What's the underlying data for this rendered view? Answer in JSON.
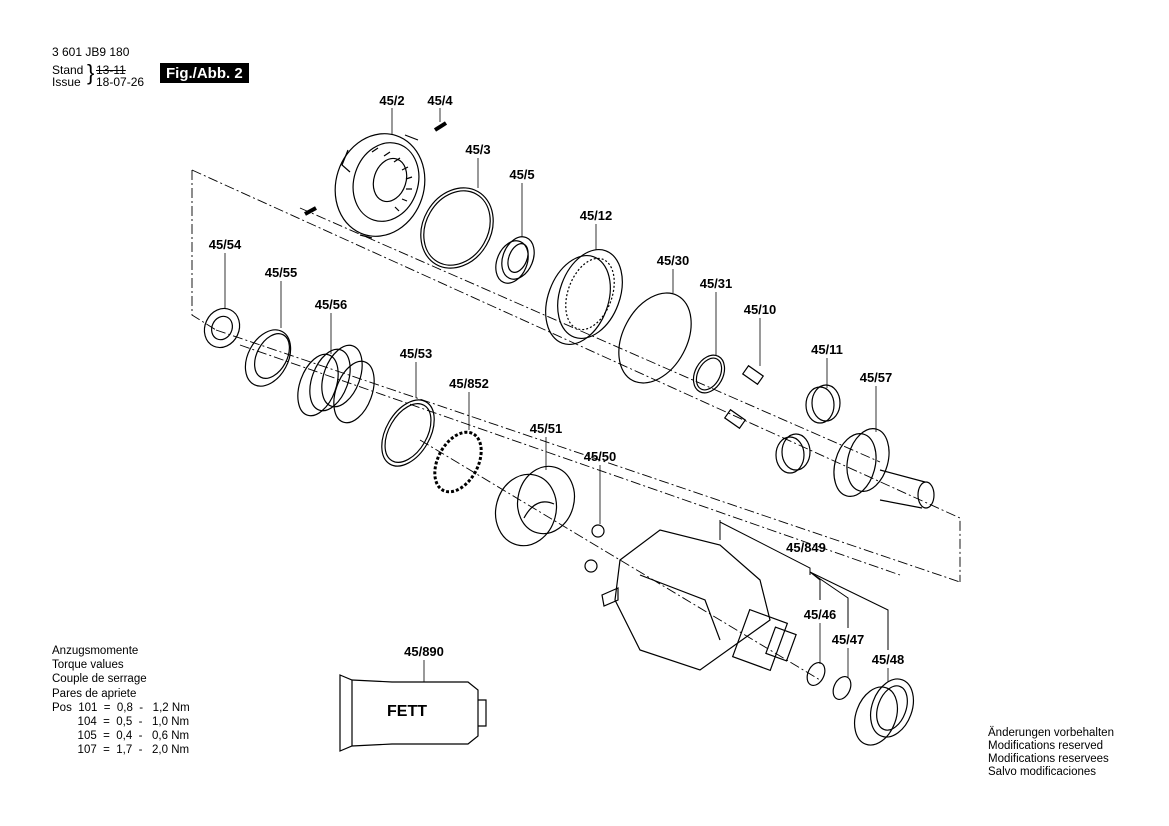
{
  "header": {
    "doc_number": "3 601 JB9 180",
    "stand_label": "Stand",
    "issue_label": "Issue",
    "stand_value": "13-11",
    "issue_value": "18-07-26",
    "figure": "Fig./Abb. 2"
  },
  "parts": [
    {
      "id": "45/2"
    },
    {
      "id": "45/4"
    },
    {
      "id": "45/3"
    },
    {
      "id": "45/5"
    },
    {
      "id": "45/12"
    },
    {
      "id": "45/54"
    },
    {
      "id": "45/55"
    },
    {
      "id": "45/56"
    },
    {
      "id": "45/30"
    },
    {
      "id": "45/31"
    },
    {
      "id": "45/10"
    },
    {
      "id": "45/53"
    },
    {
      "id": "45/852"
    },
    {
      "id": "45/11"
    },
    {
      "id": "45/57"
    },
    {
      "id": "45/51"
    },
    {
      "id": "45/50"
    },
    {
      "id": "45/849"
    },
    {
      "id": "45/46"
    },
    {
      "id": "45/47"
    },
    {
      "id": "45/48"
    },
    {
      "id": "45/890"
    }
  ],
  "grease_label": "FETT",
  "torque": {
    "titles": [
      "Anzugsmomente",
      "Torque values",
      "Couple de serrage",
      "Pares de apriete"
    ],
    "rows": [
      "Pos  101  =  0,8  -   1,2 Nm",
      "        104  =  0,5  -   1,0 Nm",
      "        105  =  0,4  -   0,6 Nm",
      "        107  =  1,7  -   2,0 Nm"
    ]
  },
  "notes": [
    "Änderungen vorbehalten",
    "Modifications reserved",
    "Modifications reservees",
    "Salvo modificaciones"
  ]
}
